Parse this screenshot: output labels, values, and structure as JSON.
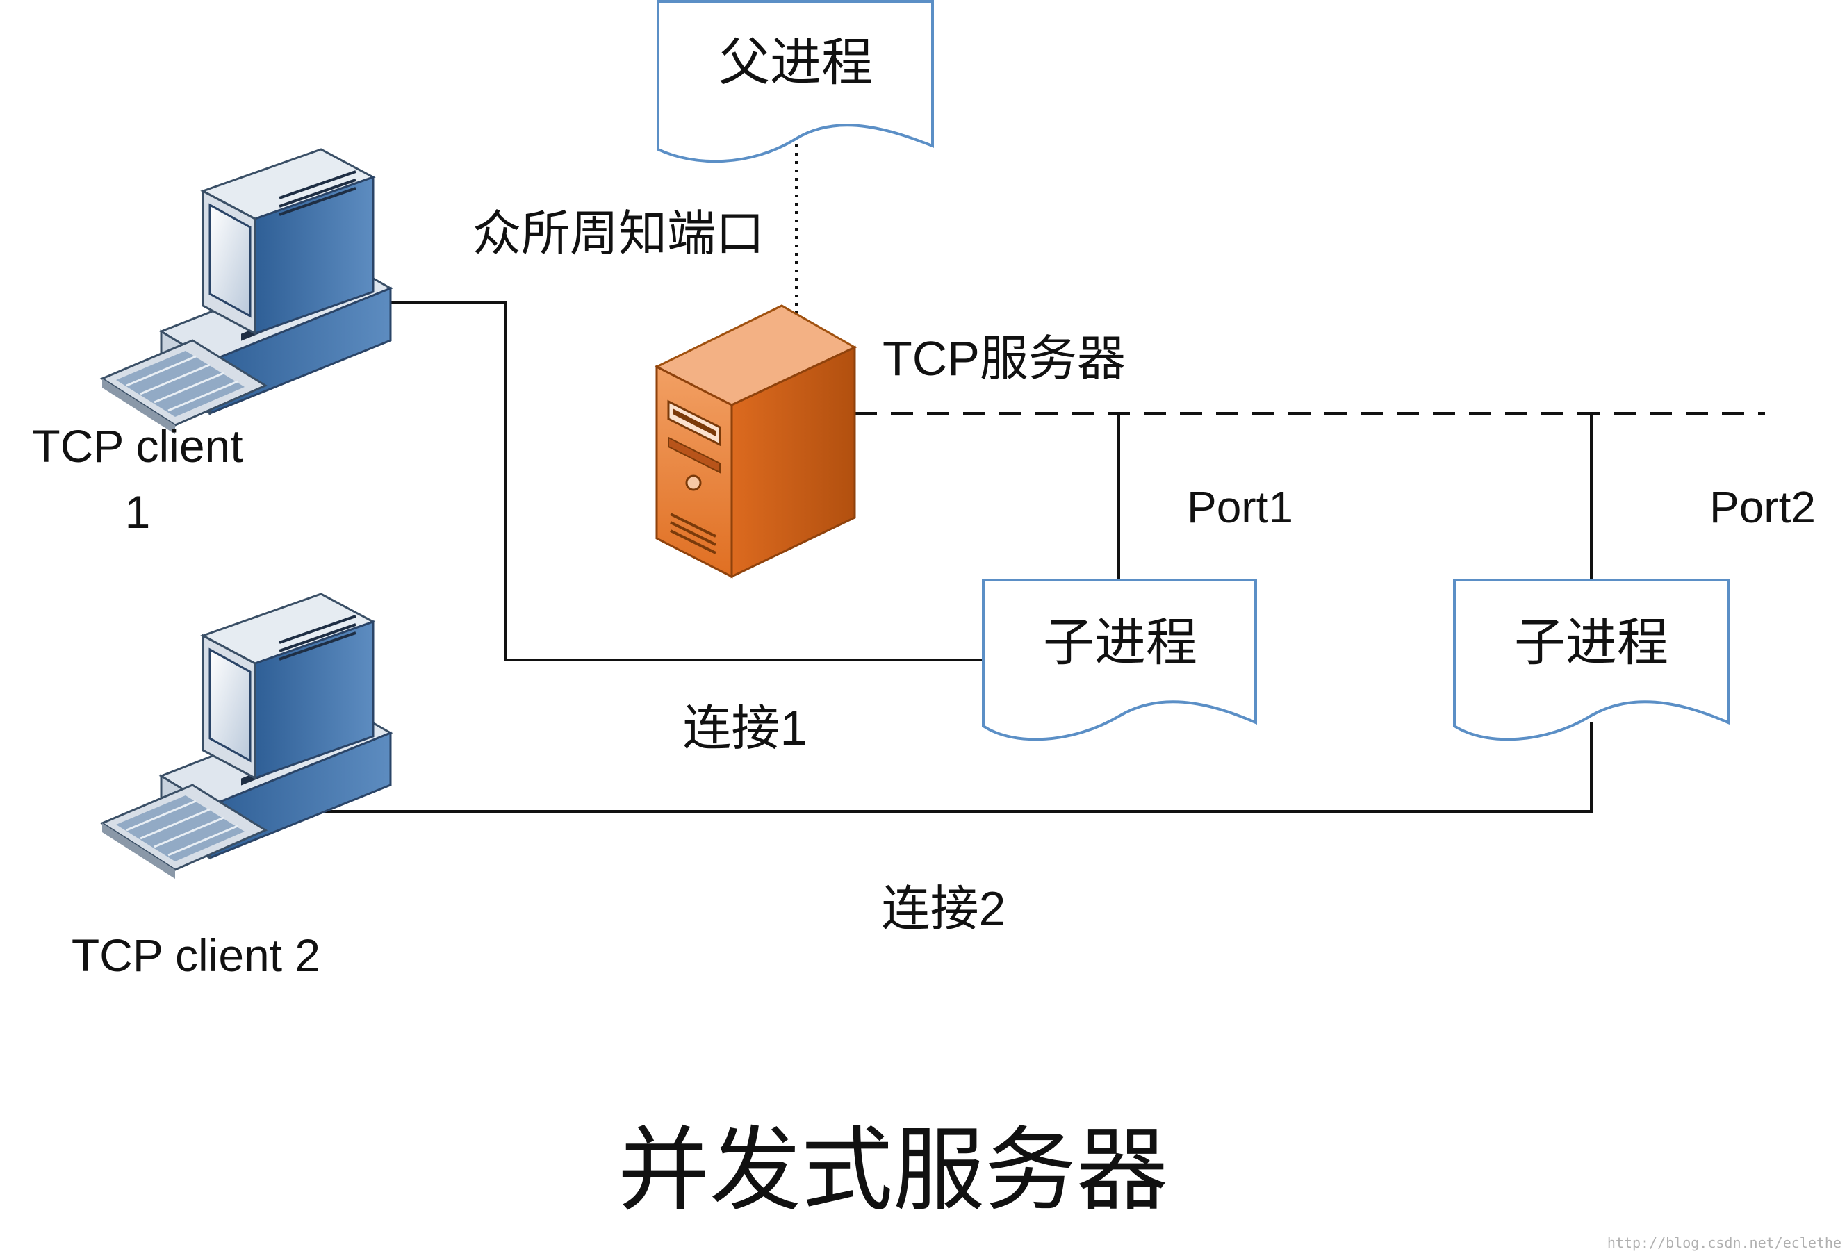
{
  "diagram": {
    "title": "并发式服务器",
    "parent_process": "父进程",
    "well_known_port": "众所周知端口",
    "server_label": "TCP服务器",
    "child_process_1": "子进程",
    "child_process_2": "子进程",
    "port1": "Port1",
    "port2": "Port2",
    "client1_line1": "TCP client",
    "client1_line2": "1",
    "client2": "TCP client 2",
    "connection1": "连接1",
    "connection2": "连接2",
    "watermark": "http://blog.csdn.net/eclethe"
  },
  "colors": {
    "doc_border": "#5b8fc6",
    "server_front": "#e8782e",
    "server_side": "#c45a15",
    "server_top": "#f2a470",
    "pc_body": "#3f6fa6",
    "pc_light": "#dfe6ee",
    "line": "#111111"
  },
  "icons": [
    "computer-icon",
    "server-icon",
    "document-icon"
  ]
}
